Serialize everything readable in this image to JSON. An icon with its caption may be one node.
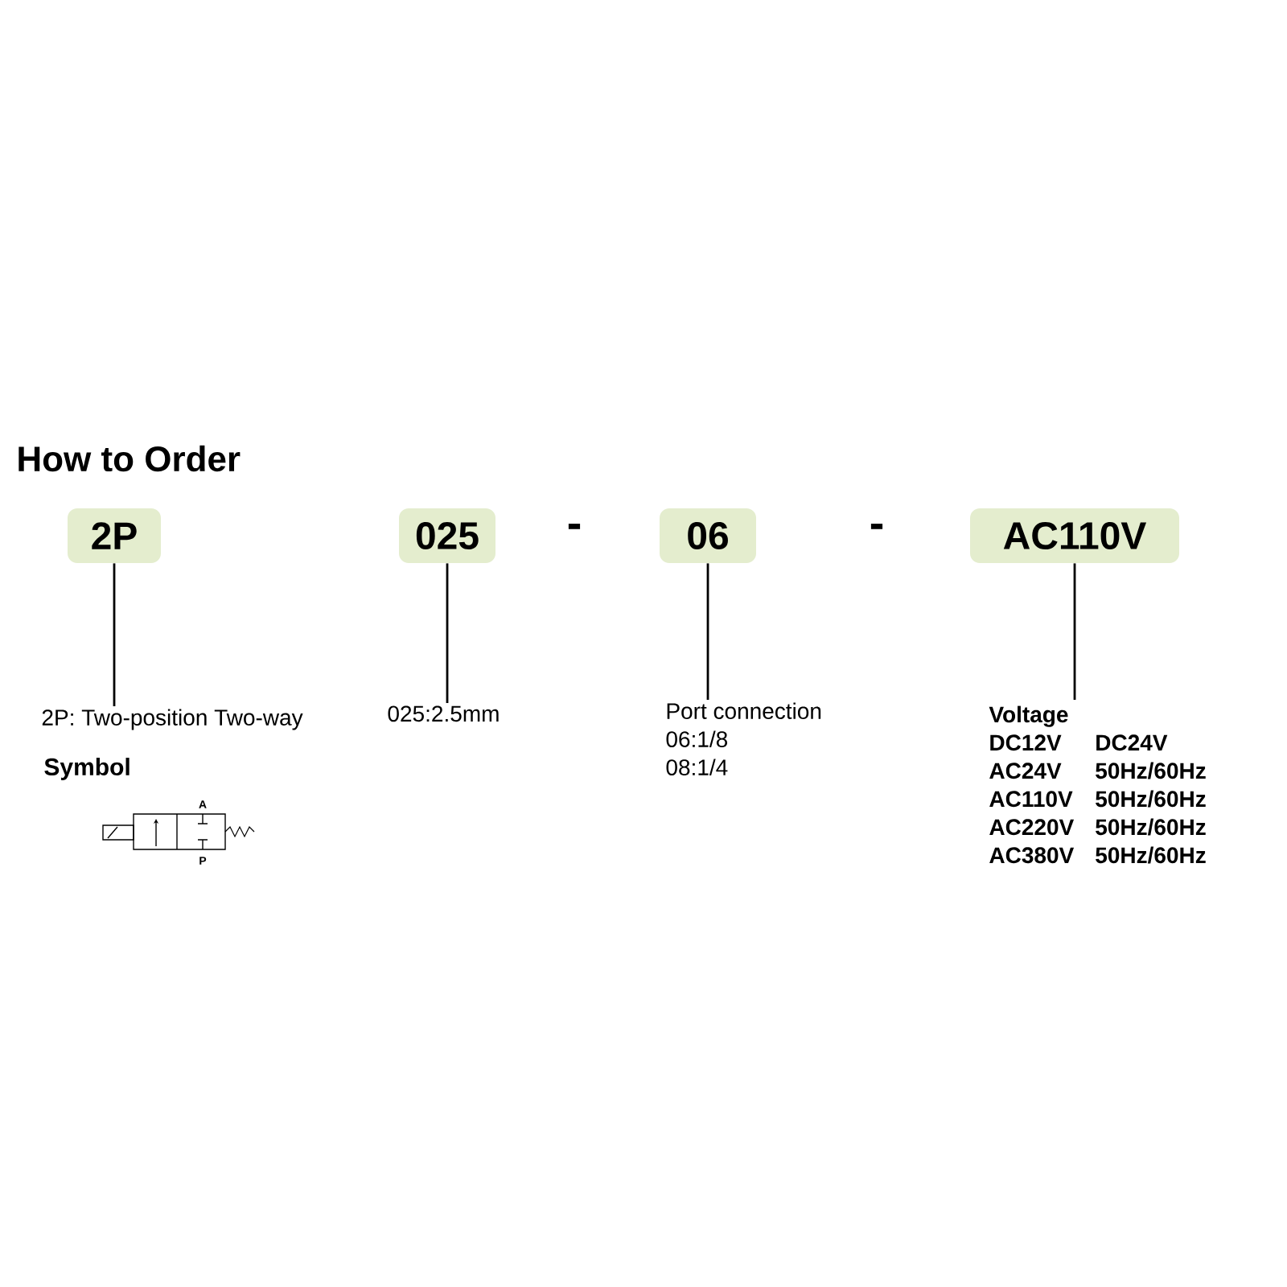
{
  "diagram": {
    "title": "How to Order",
    "nodes": [
      {
        "text": [
          "2P"
        ]
      },
      {
        "text": [
          "025"
        ]
      },
      {
        "text": [
          "06"
        ]
      },
      {
        "text": [
          "AC110V"
        ]
      },
      {
        "text": [
          "2P: Two-position Two-way"
        ]
      },
      {
        "text": [
          "025:2.5mm"
        ]
      },
      {
        "text": [
          "Port connection",
          "06:1/8",
          "08:1/4"
        ]
      },
      {
        "text": [
          "Voltage",
          "DC12V",
          "DC24V",
          "AC24V",
          "50Hz/60Hz",
          "AC110V",
          "50Hz/60Hz",
          "AC220V",
          "50Hz/60Hz",
          "AC380V",
          "50Hz/60Hz"
        ]
      }
    ],
    "edges": [
      {
        "from": 0,
        "to": 4,
        "arrow": "none"
      },
      {
        "from": 1,
        "to": 5,
        "arrow": "none"
      },
      {
        "from": 2,
        "to": 6,
        "arrow": "none"
      },
      {
        "from": 3,
        "to": 7,
        "arrow": "none"
      }
    ],
    "labels": [
      "-",
      "-",
      "Symbol",
      "A",
      "P"
    ]
  }
}
